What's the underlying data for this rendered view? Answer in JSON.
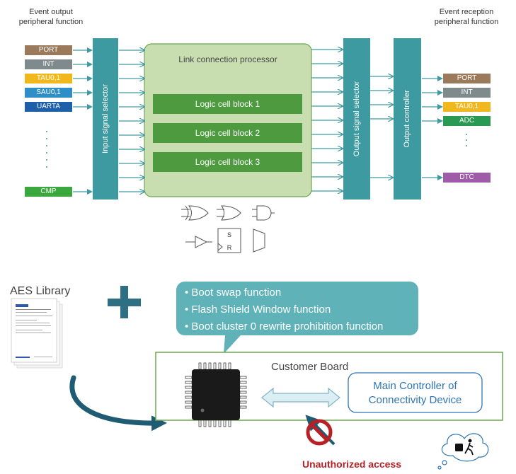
{
  "top_diagram": {
    "event_output_title": [
      "Event output",
      "peripheral function"
    ],
    "event_reception_title": [
      "Event reception",
      "peripheral function"
    ],
    "input_selector_label": "Input signal selector",
    "link_processor_label": "Link connection processor",
    "logic_blocks": [
      "Logic cell block 1",
      "Logic cell block 2",
      "Logic cell block 3"
    ],
    "output_selector_label": "Output signal selector",
    "output_controller_label": "Output controller",
    "flip_flop": {
      "set": "S",
      "reset": "R"
    },
    "inputs": [
      {
        "label": "PORT",
        "color": "#9a7a5a"
      },
      {
        "label": "INT",
        "color": "#7f8a8c"
      },
      {
        "label": "TAU0,1",
        "color": "#f0b81c"
      },
      {
        "label": "SAU0,1",
        "color": "#2e8fc8"
      },
      {
        "label": "UARTA",
        "color": "#1d5fa8"
      },
      {
        "label": "CMP",
        "color": "#3ba83e"
      }
    ],
    "outputs": [
      {
        "label": "PORT",
        "color": "#9a7a5a"
      },
      {
        "label": "INT",
        "color": "#7f8a8c"
      },
      {
        "label": "TAU0,1",
        "color": "#f0b81c"
      },
      {
        "label": "ADC",
        "color": "#2a9a52"
      },
      {
        "label": "DTC",
        "color": "#9f5aa8"
      }
    ]
  },
  "bottom_diagram": {
    "aes_library_label": "AES Library",
    "bubble_items": [
      "• Boot swap function",
      "• Flash Shield Window function",
      "• Boot cluster 0 rewrite prohibition function"
    ],
    "customer_board_label": "Customer Board",
    "main_controller_label": [
      "Main Controller of",
      "Connectivity Device"
    ],
    "unauthorized_label": "Unauthorized access"
  },
  "colors": {
    "teal": "#3d9aa0",
    "light_teal": "#5fb3b8",
    "green_block": "#4d9a3f",
    "light_green": "#c9deb0",
    "board_border": "#6aa84f",
    "warning_red": "#b72025",
    "controller_border": "#2e75b6"
  }
}
